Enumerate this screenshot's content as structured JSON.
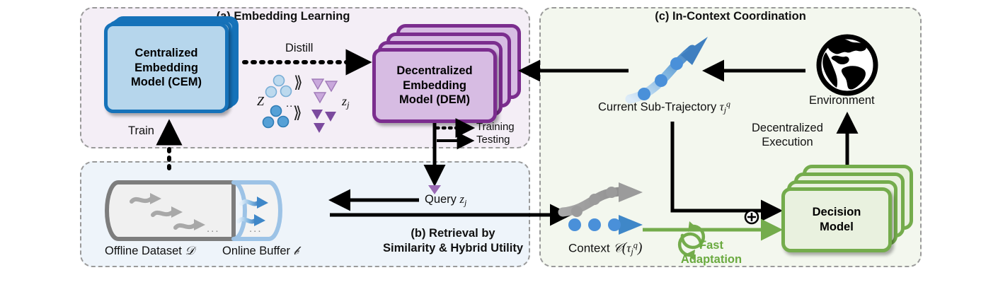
{
  "figure": {
    "panels": [
      {
        "id": "a",
        "title": "(a) Embedding Learning"
      },
      {
        "id": "b",
        "title_line1": "(b) Retrieval by",
        "title_line2": "Similarity & Hybrid Utility"
      },
      {
        "id": "c",
        "title": "(c) In-Context Coordination"
      }
    ]
  },
  "panel_a": {
    "cem_box": {
      "line1": "Centralized",
      "line2": "Embedding",
      "line3": "Model (CEM)",
      "border_color": "#1672b9",
      "fill_color": "#b6d6ec"
    },
    "dem_box": {
      "line1": "Decentralized",
      "line2": "Embedding",
      "line3": "Model (DEM)",
      "border_color": "#7b2d8e",
      "fill_color": "#d7bce3"
    },
    "distill_label": "Distill",
    "train_label": "Train",
    "symbols": {
      "set_label": "Z",
      "element_label": "z",
      "element_sub": "j",
      "ellipsis": "...",
      "chevron": "⟫",
      "circle_light": "#bcd9ee",
      "circle_dark": "#56a0d6",
      "triangle_light": "#c9a8dc",
      "triangle_dark": "#7b4a9e"
    },
    "legend": [
      {
        "label": "Training",
        "style": "dotted"
      },
      {
        "label": "Testing",
        "style": "solid"
      }
    ]
  },
  "panel_b": {
    "offline_dataset_label": "Offline Dataset",
    "offline_dataset_symbol": "𝒟",
    "online_buffer_label": "Online Buffer",
    "online_buffer_symbol": "𝒷",
    "query_label": "Query",
    "query_symbol": "z",
    "query_sub": "j",
    "ellipsis": "...",
    "offline_color": "#7d7d7d",
    "online_color": "#9dc3e6"
  },
  "panel_c": {
    "current_subtrajectory_label": "Current Sub-Trajectory",
    "current_subtrajectory_symbol": "τ",
    "current_subtrajectory_sub": "j",
    "current_subtrajectory_sup": "q",
    "environment_label": "Environment",
    "decentralized_execution_line1": "Decentralized",
    "decentralized_execution_line2": "Execution",
    "context_label": "Context",
    "context_symbol": "𝒞",
    "context_tau": "τ",
    "context_sub": "j",
    "context_sup": "q",
    "fast_adaptation_line1": "Fast",
    "fast_adaptation_line2": "Adaptation",
    "fast_adaptation_color": "#6aaa3f",
    "plus_symbol": "⊕",
    "decision_model": {
      "line1": "Decision",
      "line2": "Model",
      "border_color": "#74ac4c",
      "fill_color": "#e9f1df"
    },
    "trajectory_colors": {
      "blue": "#4a90d9",
      "gray": "#9b9b9b"
    }
  }
}
